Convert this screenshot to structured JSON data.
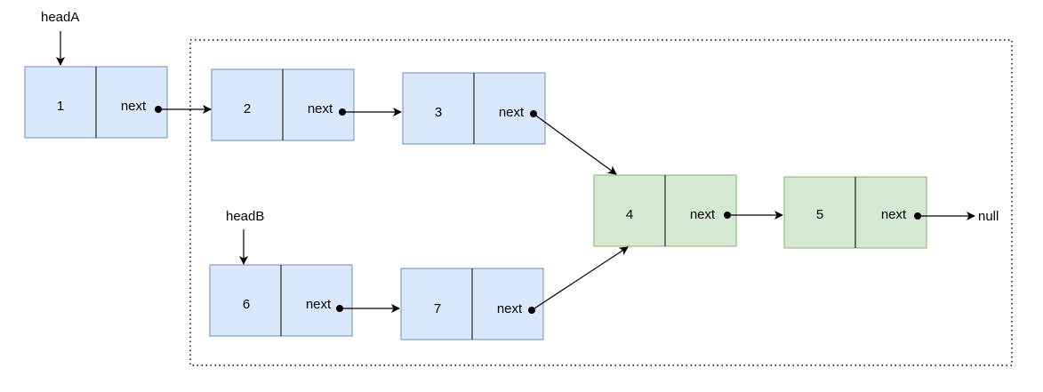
{
  "colors": {
    "blue_fill": "#dae8fc",
    "blue_stroke": "#6c8ebf",
    "green_fill": "#d5e8d4",
    "green_stroke": "#82b366"
  },
  "pointers": {
    "headA": "headA",
    "headB": "headB",
    "null": "null"
  },
  "nodes": [
    {
      "id": "n1",
      "value": "1",
      "next_label": "next",
      "color": "blue"
    },
    {
      "id": "n2",
      "value": "2",
      "next_label": "next",
      "color": "blue"
    },
    {
      "id": "n3",
      "value": "3",
      "next_label": "next",
      "color": "blue"
    },
    {
      "id": "n4",
      "value": "4",
      "next_label": "next",
      "color": "green"
    },
    {
      "id": "n5",
      "value": "5",
      "next_label": "next",
      "color": "green"
    },
    {
      "id": "n6",
      "value": "6",
      "next_label": "next",
      "color": "blue"
    },
    {
      "id": "n7",
      "value": "7",
      "next_label": "next",
      "color": "blue"
    }
  ],
  "edges": [
    {
      "from": "n1",
      "to": "n2"
    },
    {
      "from": "n2",
      "to": "n3"
    },
    {
      "from": "n3",
      "to": "n4"
    },
    {
      "from": "n4",
      "to": "n5"
    },
    {
      "from": "n5",
      "to": "null"
    },
    {
      "from": "n6",
      "to": "n7"
    },
    {
      "from": "n7",
      "to": "n4"
    },
    {
      "from": "headA",
      "to": "n1"
    },
    {
      "from": "headB",
      "to": "n6"
    }
  ]
}
